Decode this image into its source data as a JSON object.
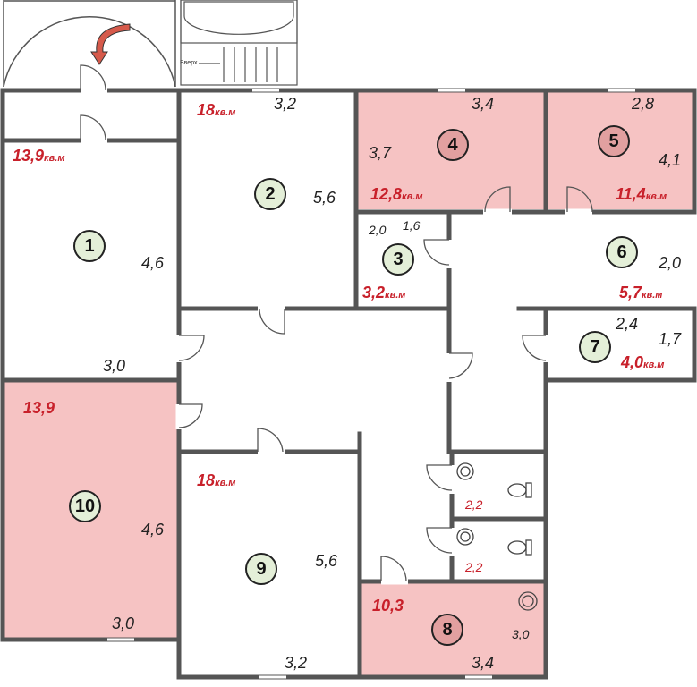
{
  "colors": {
    "wall": "#555555",
    "fill_red": "#f6c3c3",
    "red_text": "#c8202a",
    "circle_green": "#e4efd8",
    "circle_red": "#e2a0a0"
  },
  "stairs_label": "Вверх",
  "unit": "кв.м",
  "rooms": {
    "r1": {
      "num": "1",
      "area": "13,9",
      "dim_w": "3,0",
      "dim_h": "4,6"
    },
    "r2": {
      "num": "2",
      "area": "18",
      "dim_w": "3,2",
      "dim_h": "5,6"
    },
    "r3": {
      "num": "3",
      "area": "3,2",
      "dim_w": "1,6",
      "dim_h": "2,0"
    },
    "r4": {
      "num": "4",
      "area": "12,8",
      "dim_w": "3,4",
      "dim_h": "3,7"
    },
    "r5": {
      "num": "5",
      "area": "11,4",
      "dim_w": "2,8",
      "dim_h": "4,1"
    },
    "r6": {
      "num": "6",
      "area": "5,7",
      "dim_h": "2,0"
    },
    "r7": {
      "num": "7",
      "area": "4,0",
      "dim_w": "2,4",
      "dim_h": "1,7"
    },
    "r8": {
      "num": "8",
      "area": "10,3",
      "dim_w": "3,4",
      "dim_h": "3,0"
    },
    "r9": {
      "num": "9",
      "area": "18",
      "dim_w": "3,2",
      "dim_h": "5,6"
    },
    "r10": {
      "num": "10",
      "area": "13,9",
      "dim_w": "3,0",
      "dim_h": "4,6"
    },
    "wc1": {
      "dim": "2,2"
    },
    "wc2": {
      "dim": "2,2"
    }
  }
}
